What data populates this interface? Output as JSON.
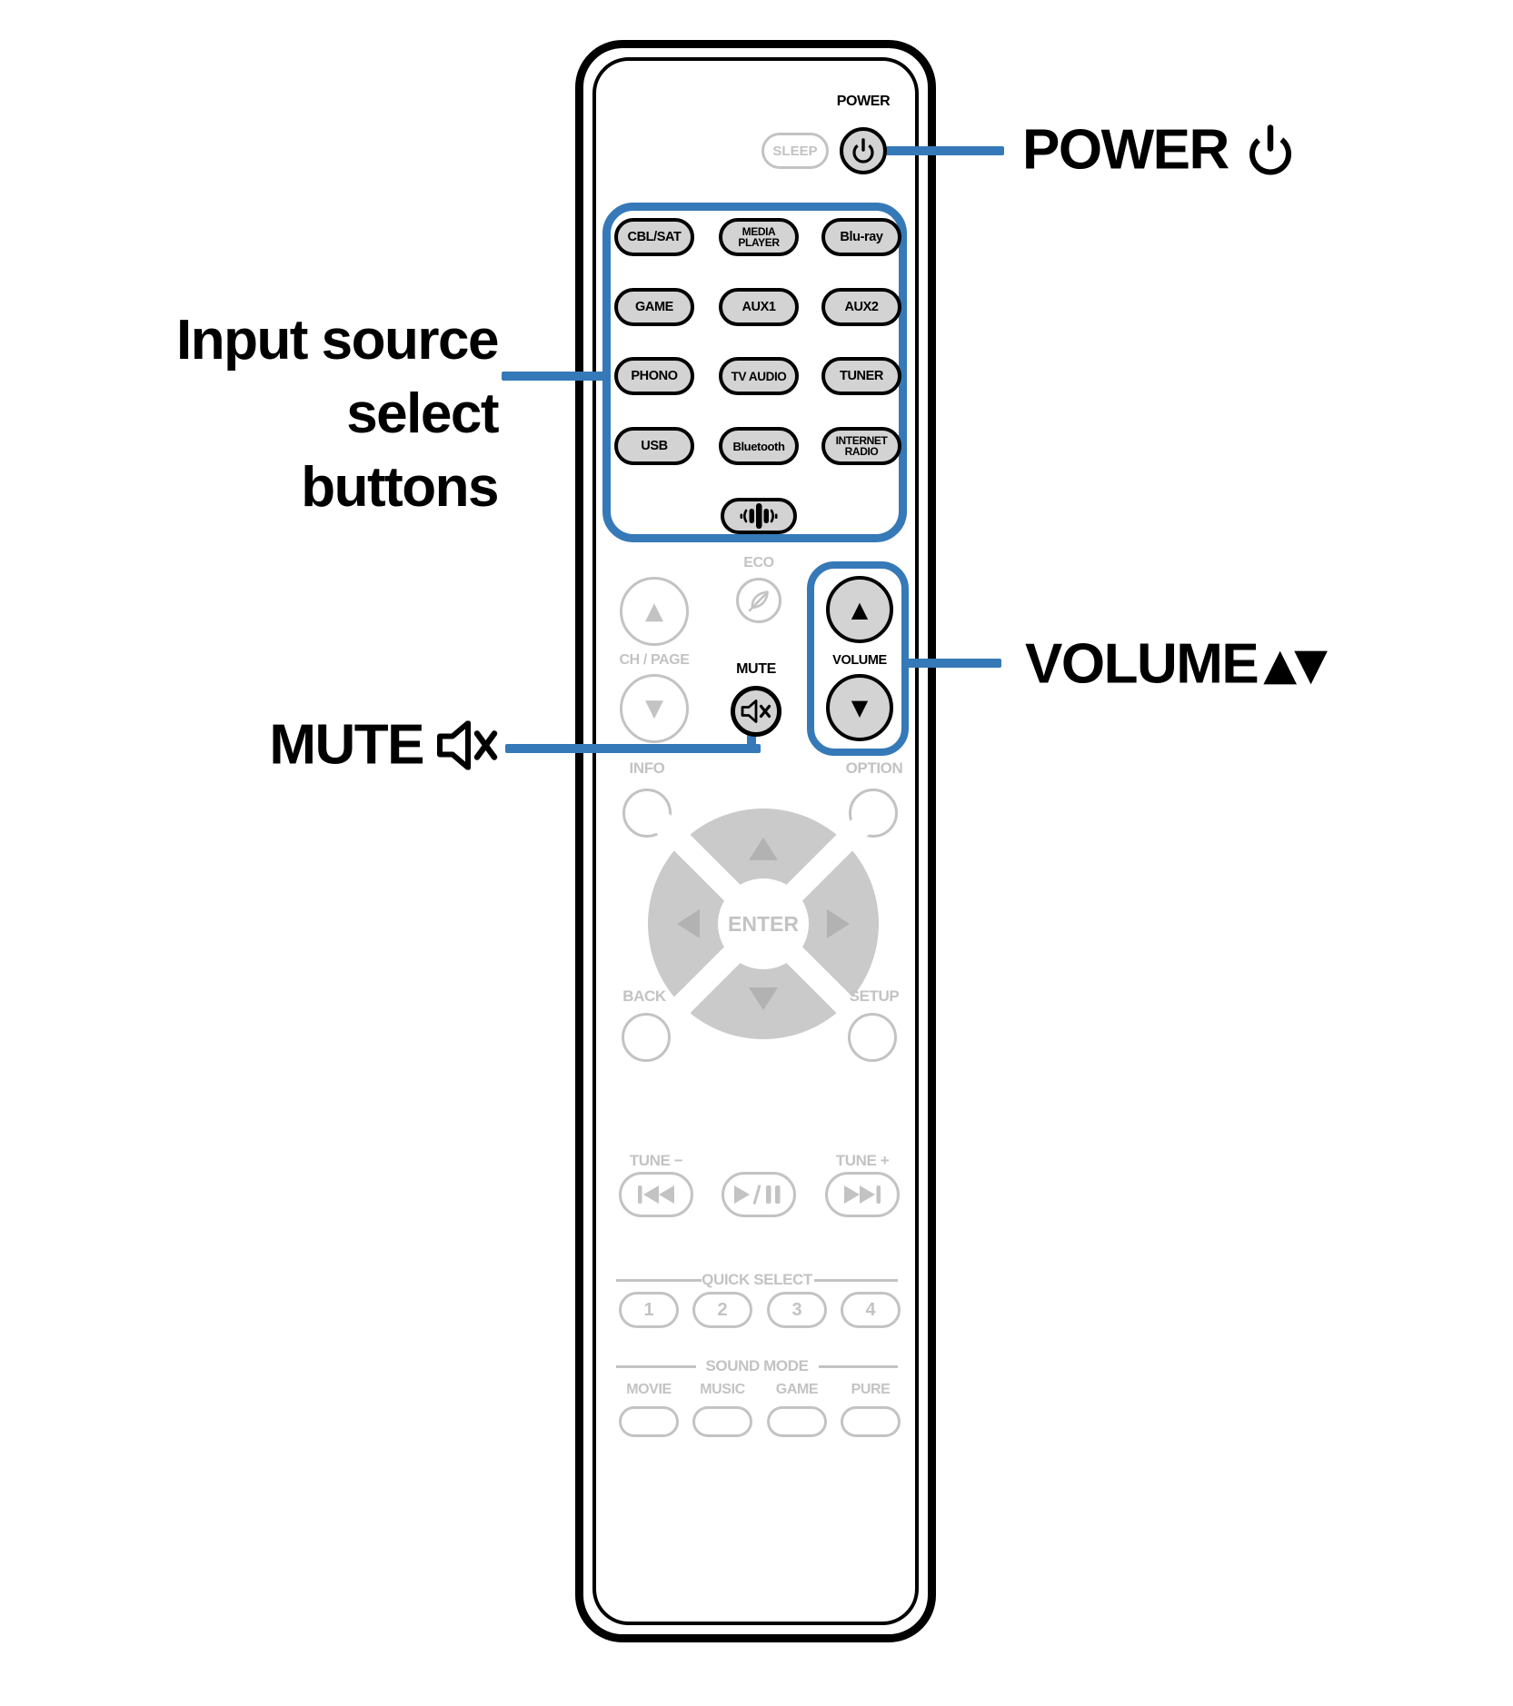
{
  "colors": {
    "accent_blue": "#3579B8",
    "button_gray": "#d3d3d3",
    "inactive_gray": "#c3c3c3"
  },
  "callouts": {
    "power": {
      "text": "POWER",
      "icon": "power-icon"
    },
    "input_source": {
      "line1": "Input source",
      "line2": "select",
      "line3": "buttons"
    },
    "mute": {
      "text": "MUTE",
      "icon": "mute-icon"
    },
    "volume": {
      "text": "VOLUME",
      "up": "▲",
      "down": "▼"
    }
  },
  "remote": {
    "power_label": "POWER",
    "sleep": "SLEEP",
    "inputs": [
      [
        "CBL/SAT",
        "MEDIA PLAYER",
        "Blu-ray"
      ],
      [
        "GAME",
        "AUX1",
        "AUX2"
      ],
      [
        "PHONO",
        "TV AUDIO",
        "TUNER"
      ],
      [
        "USB",
        "Bluetooth",
        "INTERNET RADIO"
      ]
    ],
    "eco": "ECO",
    "ch_page": "CH / PAGE",
    "mute": "MUTE",
    "volume": "VOLUME",
    "up": "▲",
    "down": "▼",
    "info": "INFO",
    "option": "OPTION",
    "enter": "ENTER",
    "back": "BACK",
    "setup": "SETUP",
    "tune_minus": "TUNE −",
    "tune_plus": "TUNE +",
    "quick_select": "QUICK SELECT",
    "quick": [
      "1",
      "2",
      "3",
      "4"
    ],
    "sound_mode": "SOUND MODE",
    "sound_modes": [
      "MOVIE",
      "MUSIC",
      "GAME",
      "PURE"
    ]
  }
}
